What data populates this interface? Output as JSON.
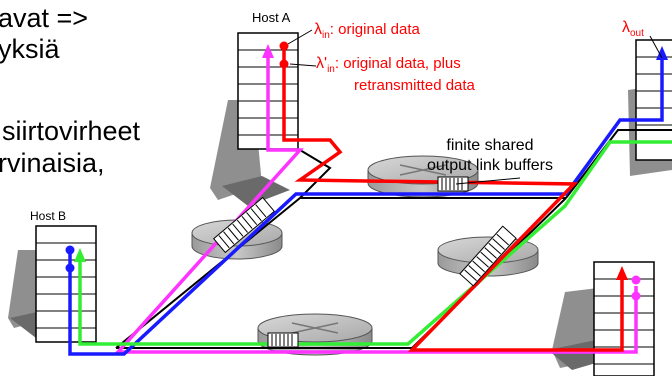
{
  "slide_text": {
    "line1": "avat =>",
    "line2": "yksiä",
    "line3": "siirtovirheet",
    "line4": "rvinaisia,"
  },
  "hosts": {
    "a": {
      "label": "Host A"
    },
    "b": {
      "label": "Host B"
    }
  },
  "lambda": {
    "symbol": "λ",
    "in_sub": "in",
    "out_sub": "out",
    "in_prime_symbol": "λ'",
    "in_desc": ": original data",
    "in_prime_desc": ": original data, plus",
    "in_prime_desc2": "retransmitted data"
  },
  "buffer_label": {
    "line1": "finite shared",
    "line2": "output link buffers"
  },
  "colors": {
    "label_red": "#ff0000",
    "red": "#ff0000",
    "blue": "#1a1aff",
    "green": "#33ee33",
    "magenta": "#ff33ff",
    "black": "#000000"
  }
}
